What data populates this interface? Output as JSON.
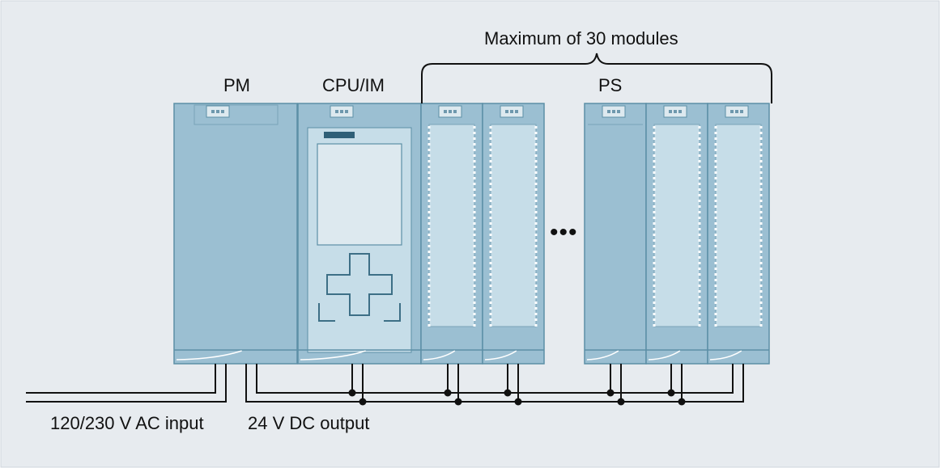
{
  "labels": {
    "pm": "PM",
    "cpu_im": "CPU/IM",
    "ps": "PS",
    "max_modules": "Maximum of 30 modules",
    "ac_input": "120/230 V AC input",
    "dc_output": "24 V DC output"
  },
  "gap_mark": "•••",
  "modules": [
    {
      "name": "pm-module",
      "kind": "pm"
    },
    {
      "name": "cpu-im-module",
      "kind": "cpu"
    },
    {
      "name": "io-module-1",
      "kind": "io"
    },
    {
      "name": "io-module-2",
      "kind": "io"
    },
    {
      "name": "ps-module",
      "kind": "ps"
    },
    {
      "name": "io-module-3",
      "kind": "io"
    },
    {
      "name": "io-module-4",
      "kind": "io"
    }
  ],
  "colors": {
    "frame_bg": "#e7ebef",
    "module_fill": "#9bbfd2",
    "module_border": "#5c8fa6",
    "panel_fill": "#c6dde8",
    "window_fill": "#dde9ef",
    "wire": "#111111"
  }
}
